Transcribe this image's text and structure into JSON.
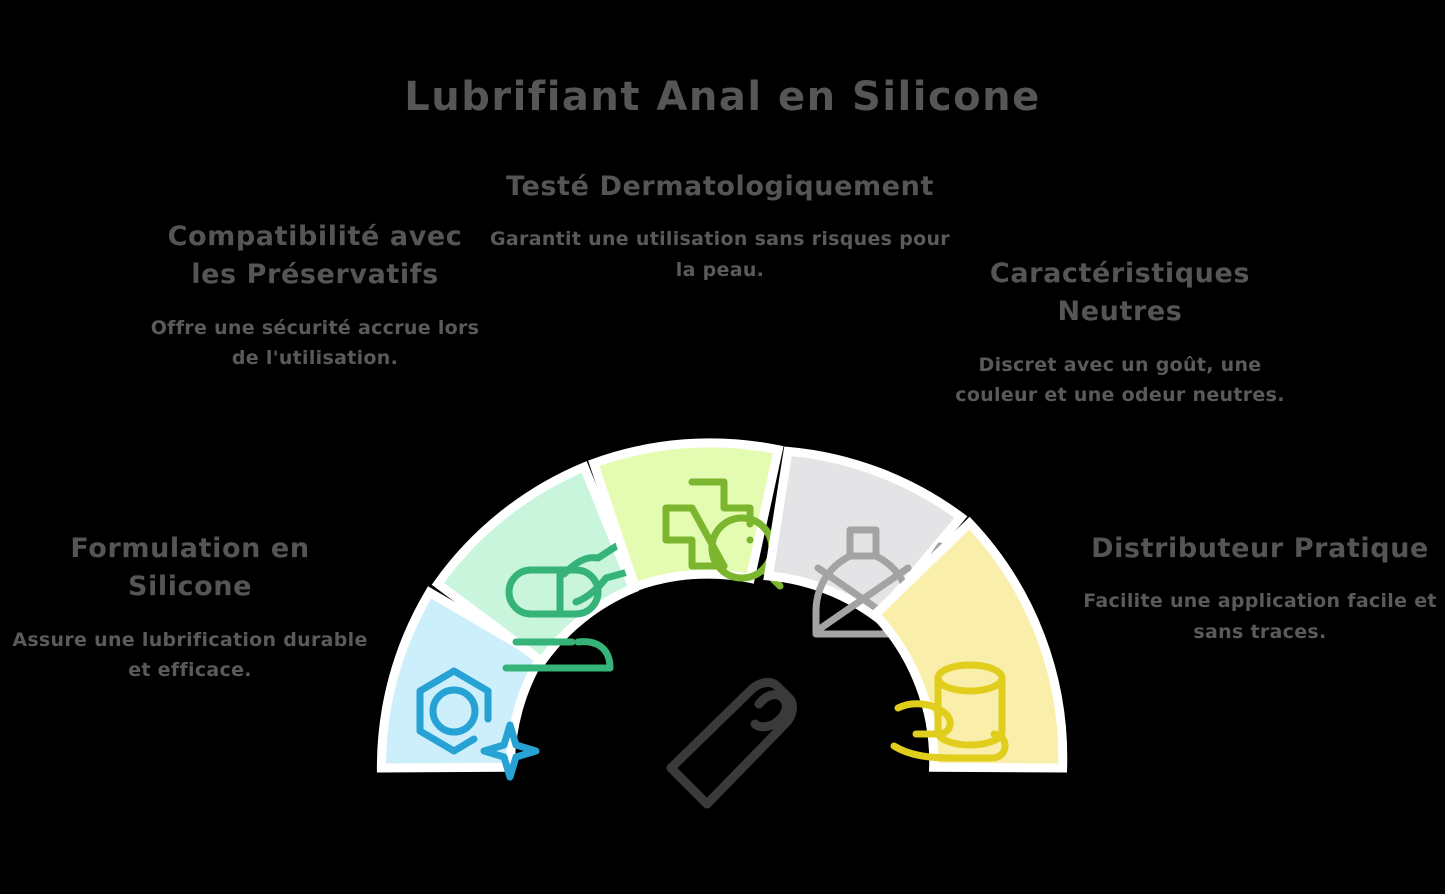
{
  "title": "Lubrifiant Anal en Silicone",
  "background_color": "#000000",
  "text_color": "#585858",
  "center_icon": {
    "name": "condom-icon",
    "color": "#3a3a3a"
  },
  "segments": [
    {
      "key": "formulation",
      "fill": "#cdeffb",
      "icon_color": "#27a2d4",
      "icon": "hexagon-sparkle-icon",
      "heading": "Formulation en Silicone",
      "body": "Assure une lubrification durable et efficace."
    },
    {
      "key": "compatibilite",
      "fill": "#c8f5dc",
      "icon_color": "#35b378",
      "icon": "hand-applying-icon",
      "heading": "Compatibilité avec les Préservatifs",
      "body": "Offre une sécurité accrue lors de l'utilisation."
    },
    {
      "key": "dermato",
      "fill": "#e4fbb2",
      "icon_color": "#7cb52e",
      "icon": "medical-cross-magnifier-icon",
      "heading": "Testé Dermatologiquement",
      "body": "Garantit une utilisation sans risques pour la peau."
    },
    {
      "key": "neutres",
      "fill": "#e4e4e6",
      "icon_color": "#a3a3a3",
      "icon": "bottle-crossed-droplet-icon",
      "heading": "Caractéristiques Neutres",
      "body": "Discret avec un goût, une couleur et une odeur neutres."
    },
    {
      "key": "distributeur",
      "fill": "#faeeab",
      "icon_color": "#e0cd1c",
      "icon": "hand-holding-container-icon",
      "heading": "Distributeur Pratique",
      "body": "Facilite une application facile et sans traces."
    }
  ]
}
